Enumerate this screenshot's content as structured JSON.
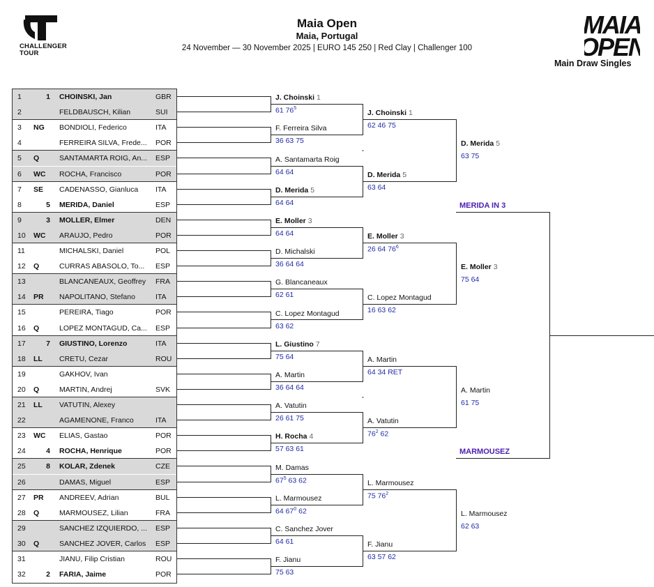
{
  "header": {
    "title": "Maia Open",
    "subtitle": "Maia, Portugal",
    "info": "24 November — 30 November 2025 | EURO 145 250 | Red Clay | Challenger 100",
    "draw_label": "Main Draw Singles",
    "atp_logo_text": "ATP",
    "atp_logo_caption": [
      "CHALLENGER",
      "TOUR"
    ],
    "event_logo_text": [
      "MAIA",
      "OPEN"
    ]
  },
  "colors": {
    "score": "#1f2aa8",
    "finalist": "#4a1fb0",
    "shade": "#d9d9d9",
    "line": "#222222"
  },
  "players": [
    {
      "num": "1",
      "entry": "",
      "seed": "1",
      "name": "CHOINSKI, Jan",
      "nat": "GBR"
    },
    {
      "num": "2",
      "entry": "",
      "seed": "",
      "name": "FELDBAUSCH, Kilian",
      "nat": "SUI"
    },
    {
      "num": "3",
      "entry": "NG",
      "seed": "",
      "name": "BONDIOLI, Federico",
      "nat": "ITA"
    },
    {
      "num": "4",
      "entry": "",
      "seed": "",
      "name": "FERREIRA SILVA, Frede...",
      "nat": "POR"
    },
    {
      "num": "5",
      "entry": "Q",
      "seed": "",
      "name": "SANTAMARTA ROIG, An...",
      "nat": "ESP"
    },
    {
      "num": "6",
      "entry": "WC",
      "seed": "",
      "name": "ROCHA, Francisco",
      "nat": "POR"
    },
    {
      "num": "7",
      "entry": "SE",
      "seed": "",
      "name": "CADENASSO, Gianluca",
      "nat": "ITA"
    },
    {
      "num": "8",
      "entry": "",
      "seed": "5",
      "name": "MERIDA, Daniel",
      "nat": "ESP"
    },
    {
      "num": "9",
      "entry": "",
      "seed": "3",
      "name": "MOLLER, Elmer",
      "nat": "DEN"
    },
    {
      "num": "10",
      "entry": "WC",
      "seed": "",
      "name": "ARAUJO, Pedro",
      "nat": "POR"
    },
    {
      "num": "11",
      "entry": "",
      "seed": "",
      "name": "MICHALSKI, Daniel",
      "nat": "POL"
    },
    {
      "num": "12",
      "entry": "Q",
      "seed": "",
      "name": "CURRAS ABASOLO, To...",
      "nat": "ESP"
    },
    {
      "num": "13",
      "entry": "",
      "seed": "",
      "name": "BLANCANEAUX, Geoffrey",
      "nat": "FRA"
    },
    {
      "num": "14",
      "entry": "PR",
      "seed": "",
      "name": "NAPOLITANO, Stefano",
      "nat": "ITA"
    },
    {
      "num": "15",
      "entry": "",
      "seed": "",
      "name": "PEREIRA, Tiago",
      "nat": "POR"
    },
    {
      "num": "16",
      "entry": "Q",
      "seed": "",
      "name": "LOPEZ MONTAGUD, Ca...",
      "nat": "ESP"
    },
    {
      "num": "17",
      "entry": "",
      "seed": "7",
      "name": "GIUSTINO, Lorenzo",
      "nat": "ITA"
    },
    {
      "num": "18",
      "entry": "LL",
      "seed": "",
      "name": "CRETU, Cezar",
      "nat": "ROU"
    },
    {
      "num": "19",
      "entry": "",
      "seed": "",
      "name": "GAKHOV, Ivan",
      "nat": ""
    },
    {
      "num": "20",
      "entry": "Q",
      "seed": "",
      "name": "MARTIN, Andrej",
      "nat": "SVK"
    },
    {
      "num": "21",
      "entry": "LL",
      "seed": "",
      "name": "VATUTIN, Alexey",
      "nat": ""
    },
    {
      "num": "22",
      "entry": "",
      "seed": "",
      "name": "AGAMENONE, Franco",
      "nat": "ITA"
    },
    {
      "num": "23",
      "entry": "WC",
      "seed": "",
      "name": "ELIAS, Gastao",
      "nat": "POR"
    },
    {
      "num": "24",
      "entry": "",
      "seed": "4",
      "name": "ROCHA, Henrique",
      "nat": "POR"
    },
    {
      "num": "25",
      "entry": "",
      "seed": "8",
      "name": "KOLAR, Zdenek",
      "nat": "CZE"
    },
    {
      "num": "26",
      "entry": "",
      "seed": "",
      "name": "DAMAS, Miguel",
      "nat": "ESP"
    },
    {
      "num": "27",
      "entry": "PR",
      "seed": "",
      "name": "ANDREEV, Adrian",
      "nat": "BUL"
    },
    {
      "num": "28",
      "entry": "Q",
      "seed": "",
      "name": "MARMOUSEZ, Lilian",
      "nat": "FRA"
    },
    {
      "num": "29",
      "entry": "",
      "seed": "",
      "name": "SANCHEZ IZQUIERDO, ...",
      "nat": "ESP"
    },
    {
      "num": "30",
      "entry": "Q",
      "seed": "",
      "name": "SANCHEZ JOVER, Carlos",
      "nat": "ESP"
    },
    {
      "num": "31",
      "entry": "",
      "seed": "",
      "name": "JIANU, Filip Cristian",
      "nat": "ROU"
    },
    {
      "num": "32",
      "entry": "",
      "seed": "2",
      "name": "FARIA, Jaime",
      "nat": "POR"
    }
  ],
  "rounds": [
    [
      {
        "name": "J. Choinski",
        "seed": "1",
        "bold": true,
        "score": "61 76<sup>5</sup>"
      },
      {
        "name": "F. Ferreira Silva",
        "seed": "",
        "bold": false,
        "score": "36 63 75"
      },
      {
        "name": "A. Santamarta Roig",
        "seed": "",
        "bold": false,
        "score": "64 64"
      },
      {
        "name": "D. Merida",
        "seed": "5",
        "bold": true,
        "score": "64 64"
      },
      {
        "name": "E. Moller",
        "seed": "3",
        "bold": true,
        "score": "64 64"
      },
      {
        "name": "D. Michalski",
        "seed": "",
        "bold": false,
        "score": "36 64 64"
      },
      {
        "name": "G. Blancaneaux",
        "seed": "",
        "bold": false,
        "score": "62 61"
      },
      {
        "name": "C. Lopez Montagud",
        "seed": "",
        "bold": false,
        "score": "63 62"
      },
      {
        "name": "L. Giustino",
        "seed": "7",
        "bold": true,
        "score": "75 64"
      },
      {
        "name": "A. Martin",
        "seed": "",
        "bold": false,
        "score": "36 64 64"
      },
      {
        "name": "A. Vatutin",
        "seed": "",
        "bold": false,
        "score": "26 61 75"
      },
      {
        "name": "H. Rocha",
        "seed": "4",
        "bold": true,
        "score": "57 63 61"
      },
      {
        "name": "M. Damas",
        "seed": "",
        "bold": false,
        "score": "67<sup>5</sup> 63 62"
      },
      {
        "name": "L. Marmousez",
        "seed": "",
        "bold": false,
        "score": "64 67<sup>0</sup> 62"
      },
      {
        "name": "C. Sanchez Jover",
        "seed": "",
        "bold": false,
        "score": "64 61"
      },
      {
        "name": "F. Jianu",
        "seed": "",
        "bold": false,
        "score": "75 63"
      }
    ],
    [
      {
        "name": "J. Choinski",
        "seed": "1",
        "bold": true,
        "score": "62 46 75"
      },
      {
        "name": "D. Merida",
        "seed": "5",
        "bold": true,
        "score": "63 64"
      },
      {
        "name": "E. Moller",
        "seed": "3",
        "bold": true,
        "score": "26 64 76<sup>6</sup>"
      },
      {
        "name": "C. Lopez Montagud",
        "seed": "",
        "bold": false,
        "score": "16 63 62"
      },
      {
        "name": "A. Martin",
        "seed": "",
        "bold": false,
        "score": "64 34 RET"
      },
      {
        "name": "A. Vatutin",
        "seed": "",
        "bold": false,
        "score": "76<sup>2</sup> 62"
      },
      {
        "name": "L. Marmousez",
        "seed": "",
        "bold": false,
        "score": "75 76<sup>2</sup>"
      },
      {
        "name": "F. Jianu",
        "seed": "",
        "bold": false,
        "score": "63 57 62"
      }
    ],
    [
      {
        "name": "D. Merida",
        "seed": "5",
        "bold": true,
        "score": "63 75"
      },
      {
        "name": "E. Moller",
        "seed": "3",
        "bold": true,
        "score": "75 64"
      },
      {
        "name": "A. Martin",
        "seed": "",
        "bold": false,
        "score": "61 75"
      },
      {
        "name": "L. Marmousez",
        "seed": "",
        "bold": false,
        "score": "62 63"
      }
    ]
  ],
  "finalists": [
    "MERIDA IN 3",
    "MARMOUSEZ"
  ]
}
